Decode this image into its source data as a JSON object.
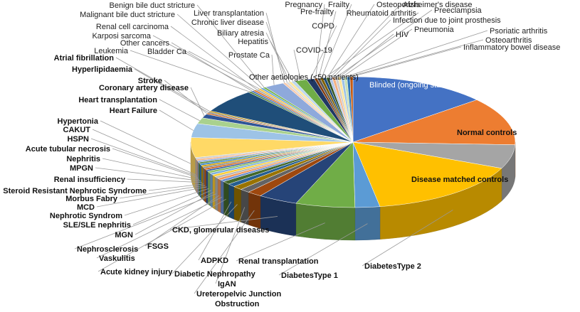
{
  "chart_data": {
    "type": "pie",
    "style": "3d",
    "legend": "none",
    "slices": [
      {
        "name": "Blinded (ongoing studies)",
        "value": 14.0,
        "color": "#4472C4",
        "label_color": "#ffffff",
        "bold": false
      },
      {
        "name": "Normal controls",
        "value": 12.0,
        "color": "#ED7D31",
        "label_color": "#111111",
        "bold": true
      },
      {
        "name": "Disease matched controls",
        "value": 6.0,
        "color": "#A5A5A5",
        "label_color": "#111111",
        "bold": true
      },
      {
        "name": "DiabetesType 2",
        "value": 16.0,
        "color": "#FFC000",
        "label_color": "#111111",
        "bold": true
      },
      {
        "name": "DiabetesType 1",
        "value": 2.5,
        "color": "#5B9BD5",
        "label_color": "#111111",
        "bold": true
      },
      {
        "name": "Renal transplantation",
        "value": 6.0,
        "color": "#70AD47",
        "label_color": "#111111",
        "bold": true
      },
      {
        "name": "CKD, glomerular diseases",
        "value": 4.0,
        "color": "#264478",
        "label_color": "#111111",
        "bold": true
      },
      {
        "name": "Ureteropelvic Junction Obstruction",
        "value": 1.5,
        "color": "#9E480E",
        "label_color": "#111111",
        "bold": true
      },
      {
        "name": "IgAN",
        "value": 1.0,
        "color": "#636363",
        "label_color": "#111111",
        "bold": true
      },
      {
        "name": "Diabetic Nephropathy",
        "value": 1.0,
        "color": "#997300",
        "label_color": "#111111",
        "bold": true
      },
      {
        "name": "ADPKD",
        "value": 0.8,
        "color": "#255E91",
        "label_color": "#111111",
        "bold": true
      },
      {
        "name": "Acute kidney injury",
        "value": 0.8,
        "color": "#43682B",
        "label_color": "#111111",
        "bold": true
      },
      {
        "name": "Vaskulitis",
        "value": 0.5,
        "color": "#698ED0",
        "label_color": "#111111",
        "bold": true
      },
      {
        "name": "FSGS",
        "value": 0.5,
        "color": "#F1975A",
        "label_color": "#111111",
        "bold": true
      },
      {
        "name": "Nephrosclerosis",
        "value": 0.5,
        "color": "#B7B7B7",
        "label_color": "#111111",
        "bold": true
      },
      {
        "name": "MGN",
        "value": 0.5,
        "color": "#FFCD33",
        "label_color": "#111111",
        "bold": true
      },
      {
        "name": "SLE/SLE nephritis",
        "value": 0.5,
        "color": "#7CAFDD",
        "label_color": "#111111",
        "bold": true
      },
      {
        "name": "Nephrotic Syndrom",
        "value": 0.5,
        "color": "#8CC168",
        "label_color": "#111111",
        "bold": true
      },
      {
        "name": "MCD",
        "value": 0.4,
        "color": "#335AA1",
        "label_color": "#111111",
        "bold": true
      },
      {
        "name": "Morbus Fabry",
        "value": 0.4,
        "color": "#D26012",
        "label_color": "#111111",
        "bold": true
      },
      {
        "name": "Steroid Resistant Nephrotic Syndrome",
        "value": 0.4,
        "color": "#848484",
        "label_color": "#111111",
        "bold": true
      },
      {
        "name": "Renal insufficiency",
        "value": 0.4,
        "color": "#CC9A00",
        "label_color": "#111111",
        "bold": true
      },
      {
        "name": "MPGN",
        "value": 0.4,
        "color": "#3282C5",
        "label_color": "#111111",
        "bold": true
      },
      {
        "name": "Nephritis",
        "value": 0.4,
        "color": "#5A8A39",
        "label_color": "#111111",
        "bold": true
      },
      {
        "name": "Acute tubular necrosis",
        "value": 0.4,
        "color": "#8FAADC",
        "label_color": "#111111",
        "bold": true
      },
      {
        "name": "HSPN",
        "value": 0.4,
        "color": "#F4B183",
        "label_color": "#111111",
        "bold": true
      },
      {
        "name": "CAKUT",
        "value": 0.4,
        "color": "#C9C9C9",
        "label_color": "#111111",
        "bold": true
      },
      {
        "name": "Hypertonia",
        "value": 5.0,
        "color": "#FFD966",
        "label_color": "#111111",
        "bold": true
      },
      {
        "name": "Heart Failure",
        "value": 3.5,
        "color": "#9DC3E6",
        "label_color": "#111111",
        "bold": true
      },
      {
        "name": "Heart transplantation",
        "value": 1.5,
        "color": "#A9D18E",
        "label_color": "#111111",
        "bold": true
      },
      {
        "name": "Coronary artery disease",
        "value": 1.0,
        "color": "#2F5597",
        "label_color": "#111111",
        "bold": true
      },
      {
        "name": "Stroke",
        "value": 0.3,
        "color": "#C55A11",
        "label_color": "#111111",
        "bold": true
      },
      {
        "name": "Hyperlipidaemia",
        "value": 0.3,
        "color": "#7F7F7F",
        "label_color": "#111111",
        "bold": true
      },
      {
        "name": "Atrial fibrillation",
        "value": 0.3,
        "color": "#BF9000",
        "label_color": "#111111",
        "bold": true
      },
      {
        "name": "Other aetiologies (<50 patients)",
        "value": 6.0,
        "color": "#1F4E79",
        "label_color": "#111111",
        "bold": false
      },
      {
        "name": "Leukemia",
        "value": 0.3,
        "color": "#548235",
        "label_color": "#222222",
        "bold": false
      },
      {
        "name": "Other cancers",
        "value": 0.3,
        "color": "#4A74C0",
        "label_color": "#222222",
        "bold": false
      },
      {
        "name": "Karposi sarcoma",
        "value": 0.3,
        "color": "#E2772D",
        "label_color": "#222222",
        "bold": false
      },
      {
        "name": "Renal cell carcinoma",
        "value": 0.3,
        "color": "#ADADAD",
        "label_color": "#222222",
        "bold": false
      },
      {
        "name": "Bladder Ca",
        "value": 0.3,
        "color": "#F5C343",
        "label_color": "#222222",
        "bold": false
      },
      {
        "name": "Malignant bile duct stricture",
        "value": 0.3,
        "color": "#6AA5DA",
        "label_color": "#222222",
        "bold": false
      },
      {
        "name": "Benign bile duct stricture",
        "value": 0.3,
        "color": "#78B54E",
        "label_color": "#222222",
        "bold": false
      },
      {
        "name": "Prostate Ca",
        "value": 2.0,
        "color": "#8EA9DB",
        "label_color": "#222222",
        "bold": false
      },
      {
        "name": "Liver transplantation",
        "value": 0.3,
        "color": "#F8CBAD",
        "label_color": "#222222",
        "bold": false
      },
      {
        "name": "Chronic liver disease",
        "value": 0.3,
        "color": "#DBDBDB",
        "label_color": "#222222",
        "bold": false
      },
      {
        "name": "Biliary atresia",
        "value": 0.3,
        "color": "#FFE699",
        "label_color": "#222222",
        "bold": false
      },
      {
        "name": "Hepatitis",
        "value": 0.4,
        "color": "#BDD7EE",
        "label_color": "#222222",
        "bold": false
      },
      {
        "name": "COVID-19",
        "value": 1.2,
        "color": "#70AD47",
        "label_color": "#222222",
        "bold": false
      },
      {
        "name": "COPD",
        "value": 0.8,
        "color": "#203864",
        "label_color": "#222222",
        "bold": false
      },
      {
        "name": "Pregnancy",
        "value": 0.3,
        "color": "#843C0C",
        "label_color": "#222222",
        "bold": false
      },
      {
        "name": "Pre-frailty",
        "value": 0.3,
        "color": "#595959",
        "label_color": "#222222",
        "bold": false
      },
      {
        "name": "Frailty",
        "value": 0.3,
        "color": "#7F6000",
        "label_color": "#222222",
        "bold": false
      },
      {
        "name": "Rheumatoid arthritis",
        "value": 0.3,
        "color": "#1F4E79",
        "label_color": "#222222",
        "bold": false
      },
      {
        "name": "Osteoporisis",
        "value": 0.3,
        "color": "#385723",
        "label_color": "#222222",
        "bold": false
      },
      {
        "name": "Alzheimer's disease",
        "value": 0.3,
        "color": "#B4C7E7",
        "label_color": "#222222",
        "bold": false
      },
      {
        "name": "Infection due to joint prosthesis",
        "value": 0.3,
        "color": "#F4B183",
        "label_color": "#222222",
        "bold": false
      },
      {
        "name": "Preeclampsia",
        "value": 0.3,
        "color": "#D0CECE",
        "label_color": "#222222",
        "bold": false
      },
      {
        "name": "HIV",
        "value": 0.3,
        "color": "#FFE699",
        "label_color": "#222222",
        "bold": false
      },
      {
        "name": "Pneumonia",
        "value": 0.3,
        "color": "#9DC3E6",
        "label_color": "#222222",
        "bold": false
      },
      {
        "name": "Psoriatic arthritis",
        "value": 0.3,
        "color": "#C5E0B4",
        "label_color": "#222222",
        "bold": false
      },
      {
        "name": "Osteoarthritis",
        "value": 0.3,
        "color": "#2E75B6",
        "label_color": "#222222",
        "bold": false
      },
      {
        "name": "Inflammatory bowel disease",
        "value": 0.3,
        "color": "#C55A11",
        "label_color": "#222222",
        "bold": false
      }
    ]
  }
}
